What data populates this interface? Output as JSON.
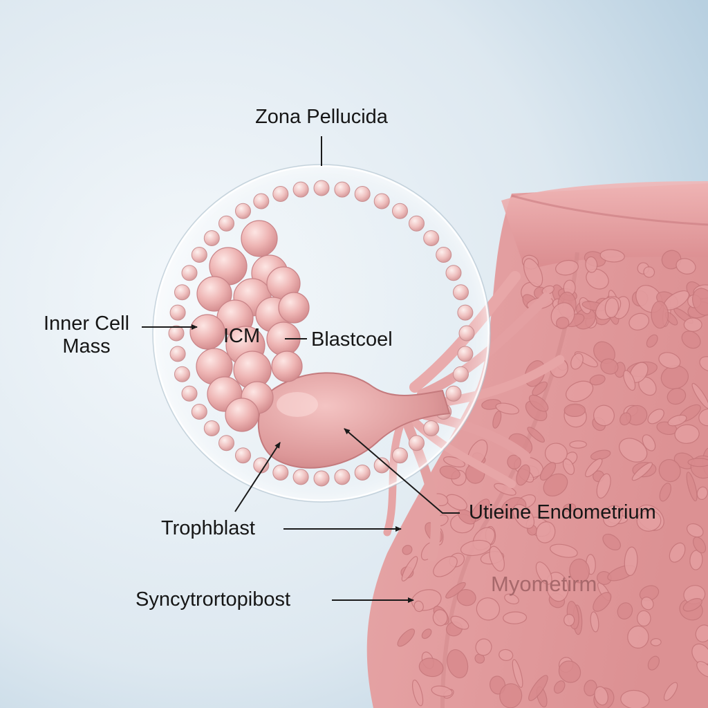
{
  "labels": {
    "zona_pellucida": "Zona Pellucida",
    "inner_cell_mass_line1": "Inner Cell",
    "inner_cell_mass_line2": "Mass",
    "icm": "ICM",
    "blastocoel": "Blastcoel",
    "trophoblast": "Trophblast",
    "uterine_endometrium": "Utieine Endometrium",
    "syncytiotrophoblast": "Syncytrortopibost",
    "myometrium": "Myometirm"
  },
  "colors": {
    "background_light": "#f1f6f9",
    "background_edge": "#b4cedf",
    "tissue": "#e5a2a4",
    "tissue_dark": "#c9777b",
    "tissue_light": "#f2c3c3",
    "cell": "#eab0b0",
    "cell_highlight": "#fbe3e1",
    "label_text": "#161616",
    "muted_label": "#a7686b",
    "leader_line": "#1a1a1a"
  }
}
